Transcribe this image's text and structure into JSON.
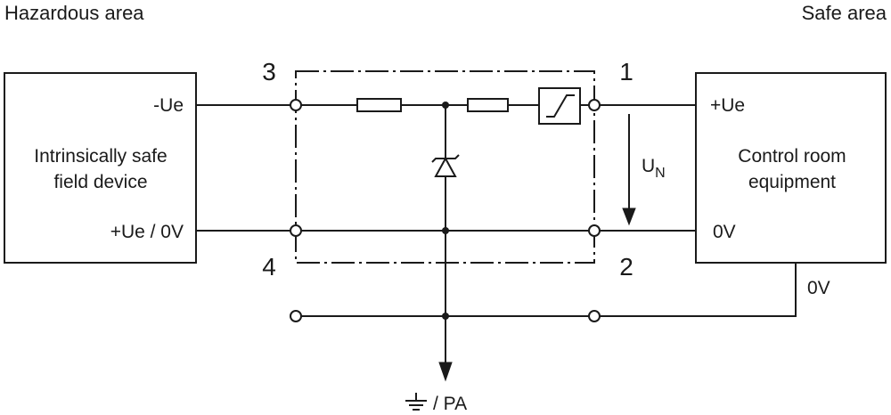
{
  "areas": {
    "hazardous": "Hazardous area",
    "safe": "Safe area"
  },
  "field_device": {
    "line1": "Intrinsically safe",
    "line2": "field device",
    "terminal_top": "-Ue",
    "terminal_bottom": "+Ue / 0V"
  },
  "control_room": {
    "line1": "Control room",
    "line2": "equipment",
    "terminal_top": "+Ue",
    "terminal_bottom": "0V"
  },
  "terminals": {
    "t1": "1",
    "t2": "2",
    "t3": "3",
    "t4": "4"
  },
  "voltage": {
    "symbol": "U",
    "subscript": "N"
  },
  "ground_wire_label": "0V",
  "earth_label": "/ PA"
}
